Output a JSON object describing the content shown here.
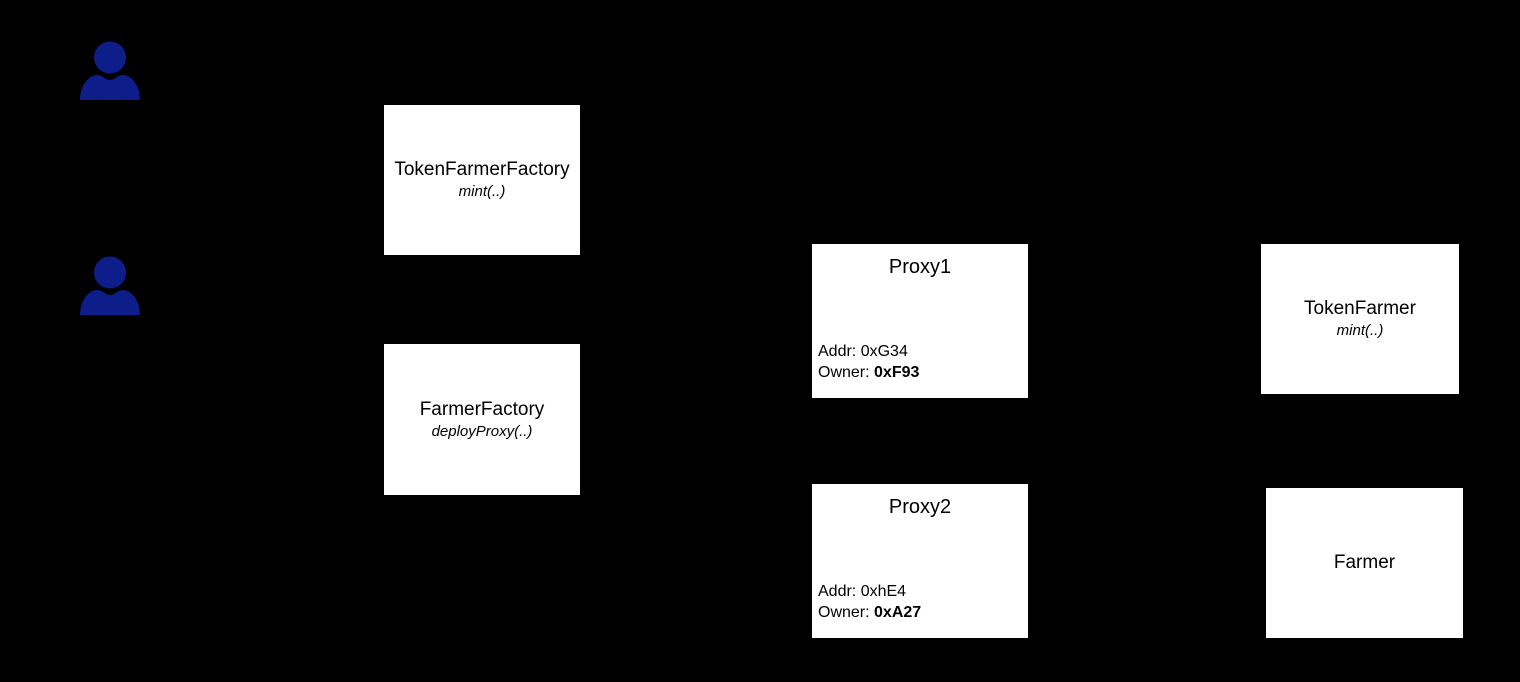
{
  "diagram": {
    "background_color": "#000000",
    "node_fill": "#ffffff",
    "node_stroke": "#000000",
    "actor_color": "#0d1d8a"
  },
  "actors": [
    {
      "name": "actor-top",
      "label": ""
    },
    {
      "name": "actor-bottom",
      "label": ""
    }
  ],
  "nodes": {
    "token_farmer_factory": {
      "title": "TokenFarmerFactory",
      "method": "mint(..)"
    },
    "farmer_factory": {
      "title": "FarmerFactory",
      "method": "deployProxy(..)"
    },
    "proxy1": {
      "title": "Proxy1",
      "addr_label": "Addr:",
      "addr_value": "0xG34",
      "owner_label": "Owner:",
      "owner_value": "0xF93"
    },
    "proxy2": {
      "title": "Proxy2",
      "addr_label": "Addr:",
      "addr_value": "0xhE4",
      "owner_label": "Owner:",
      "owner_value": "0xA27"
    },
    "token_farmer": {
      "title": "TokenFarmer",
      "method": "mint(..)"
    },
    "farmer": {
      "title": "Farmer",
      "method": ""
    }
  }
}
